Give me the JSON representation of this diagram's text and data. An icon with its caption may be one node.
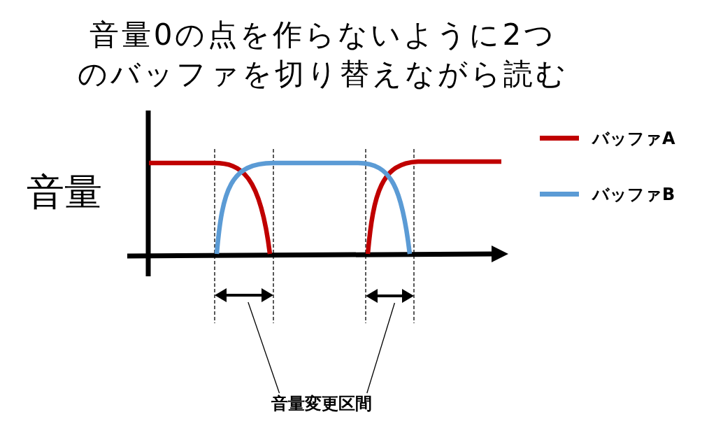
{
  "diagram": {
    "title": "音量0の点を作らないように2つのバッファを切り替えながら読む",
    "nodes": [
      {
        "text": [],
        "shape": "arrow"
      },
      {
        "text": [],
        "shape": "arrow"
      },
      {
        "text": [
          "音量変更区間"
        ]
      }
    ],
    "edges": [
      {
        "from": 2,
        "to": 0,
        "arrow": "none"
      },
      {
        "from": 2,
        "to": 1,
        "arrow": "none"
      }
    ],
    "labels": [
      "音量"
    ],
    "legend": [
      {
        "text": "バッファA",
        "color": "#c00000"
      },
      {
        "text": "バッファB",
        "color": "#5b9bd5"
      }
    ]
  }
}
